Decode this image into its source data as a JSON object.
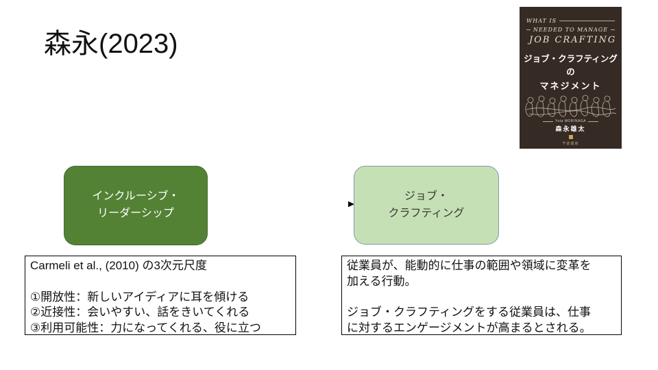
{
  "slide": {
    "title": "森永(2023)",
    "background_color": "#ffffff"
  },
  "book_cover": {
    "line1_en": "WHAT IS",
    "line2_en": "NEEDED TO MANAGE",
    "line3_en": "JOB CRAFTING",
    "title_jp_line1": "ジョブ・クラフティングの",
    "title_jp_line2": "マネジメント",
    "author_en": "Yuta MORINAGA",
    "author_jp": "森永雄太",
    "publisher_mark": "千倉書房",
    "bg_color": "#362a25",
    "text_color": "#ece3d3"
  },
  "diagram": {
    "left_box": {
      "label": "インクルーシブ・\nリーダーシップ",
      "bg_color": "#548235",
      "text_color": "#ffffff"
    },
    "right_box": {
      "label": "ジョブ・\nクラフティング",
      "bg_color": "#c5e0b4",
      "border_color": "#849aa7",
      "text_color": "#3a3a3a"
    },
    "connector": {
      "type": "arrow-right",
      "color": "#404040"
    }
  },
  "notes": {
    "left": "Carmeli et al., (2010) の3次元尺度\n\n①開放性：新しいアイディアに耳を傾ける\n②近接性：会いやすい、話をきいてくれる\n③利用可能性：力になってくれる、役に立つ",
    "right": "従業員が、能動的に仕事の範囲や領域に変革を\n加える行動。\n\nジョブ・クラフティングをする従業員は、仕事\nに対するエンゲージメントが高まるとされる。"
  }
}
